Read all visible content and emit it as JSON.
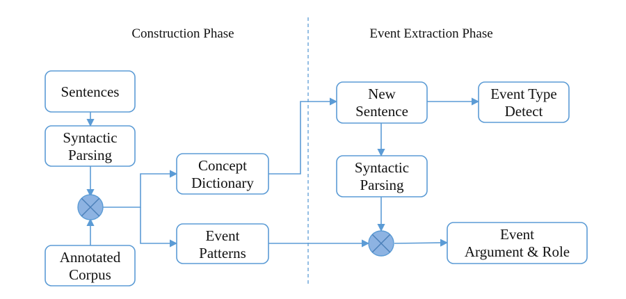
{
  "phases": {
    "construction": "Construction Phase",
    "extraction": "Event Extraction Phase"
  },
  "nodes": {
    "sentences": [
      "Sentences"
    ],
    "syntactic_parsing_left": [
      "Syntactic",
      "Parsing"
    ],
    "annotated_corpus": [
      "Annotated",
      "Corpus"
    ],
    "concept_dictionary": [
      "Concept",
      "Dictionary"
    ],
    "event_patterns": [
      "Event",
      "Patterns"
    ],
    "new_sentence": [
      "New",
      "Sentence"
    ],
    "event_type_detect": [
      "Event Type",
      "Detect"
    ],
    "syntactic_parsing_right": [
      "Syntactic",
      "Parsing"
    ],
    "event_argument_role": [
      "Event",
      "Argument & Role"
    ]
  },
  "colors": {
    "line": "#5b9bd5",
    "combiner_fill": "#8db3e2"
  }
}
